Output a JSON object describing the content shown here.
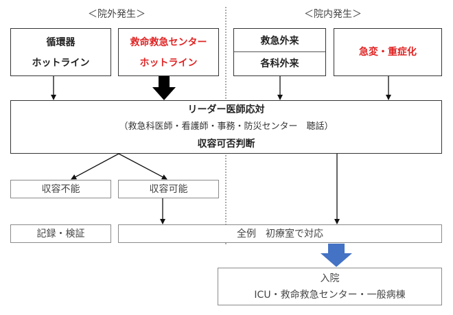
{
  "headers": {
    "outside": "＜院外発生＞",
    "inside": "＜院内発生＞"
  },
  "sources": {
    "cardio_line1": "循環器",
    "cardio_line2": "ホットライン",
    "ecc_line1": "救命救急センター",
    "ecc_line2": "ホットライン",
    "er_outpatient": "救急外来",
    "dept_outpatient": "各科外来",
    "sudden_change": "急変・重症化"
  },
  "leader": {
    "title": "リーダー医師応対",
    "members": "（救急科医師・看護師・事務・防災センター　聴話）",
    "decision": "収容可否判断"
  },
  "outcomes": {
    "not_acceptable": "収容不能",
    "acceptable": "収容可能",
    "record": "記録・検証",
    "all_cases": "全例　初療室で対応"
  },
  "admission": {
    "title": "入院",
    "wards": "ICU・救命救急センター・一般病棟"
  },
  "colors": {
    "emphasis_red": "#e02424",
    "admission_arrow_blue": "#4472c4"
  }
}
